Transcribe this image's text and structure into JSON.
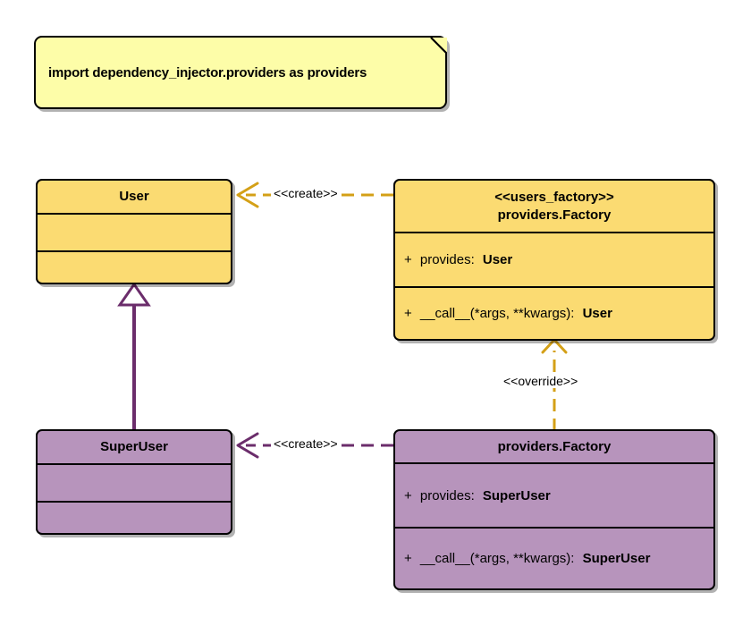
{
  "diagram": {
    "title": "dependency_injector providers.Factory override UML diagram",
    "colors": {
      "yellow_fill": "#FBDB72",
      "purple_fill": "#B794BC",
      "note_fill": "#FDFDA8",
      "outline": "#000000",
      "orange_edge": "#D4A017",
      "purple_edge": "#6B2D6B"
    }
  },
  "note": {
    "text": "import dependency_injector.providers as providers"
  },
  "classes": {
    "user": {
      "name": "User",
      "stereotype": "",
      "attributes": [],
      "methods": []
    },
    "users_factory": {
      "stereotype": "<<users_factory>>",
      "name": "providers.Factory",
      "attributes": [
        {
          "visibility": "+",
          "label": "provides:",
          "type": "User"
        }
      ],
      "methods": [
        {
          "visibility": "+",
          "label": "__call__(*args, **kwargs):",
          "type": "User"
        }
      ]
    },
    "super_user": {
      "name": "SuperUser",
      "stereotype": "",
      "attributes": [],
      "methods": []
    },
    "override_factory": {
      "stereotype": "",
      "name": "providers.Factory",
      "attributes": [
        {
          "visibility": "+",
          "label": "provides:",
          "type": "SuperUser"
        }
      ],
      "methods": [
        {
          "visibility": "+",
          "label": "__call__(*args, **kwargs):",
          "type": "SuperUser"
        }
      ]
    }
  },
  "edges": {
    "create_user": {
      "label": "<<create>>"
    },
    "create_super_user": {
      "label": "<<create>>"
    },
    "override": {
      "label": "<<override>>"
    },
    "generalization": {
      "label": ""
    }
  }
}
